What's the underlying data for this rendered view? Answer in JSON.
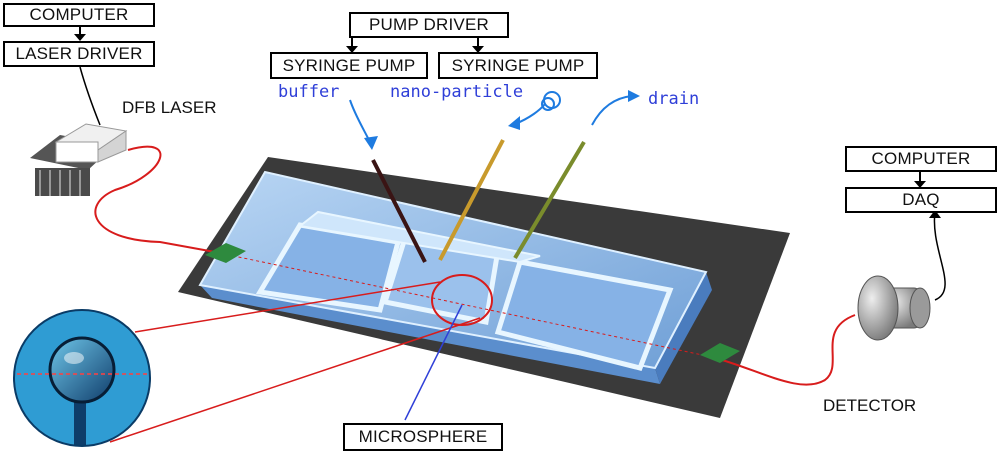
{
  "colors": {
    "blue_label": "#2f3fd8",
    "fiber_red": "#d81c1c",
    "glass_blue": "#8fb8e8",
    "substrate": "#3a3a3a"
  },
  "left_stack": {
    "computer": "COMPUTER",
    "laser_driver": "LASER DRIVER"
  },
  "laser_label": "DFB LASER",
  "pump": {
    "driver": "PUMP DRIVER",
    "syringe_left": "SYRINGE PUMP",
    "syringe_right": "SYRINGE PUMP"
  },
  "fluid_labels": {
    "buffer": "buffer",
    "nanoparticle": "nano-particle",
    "drain": "drain"
  },
  "right_stack": {
    "computer": "COMPUTER",
    "daq": "DAQ"
  },
  "detector_label": "DETECTOR",
  "microsphere_label": "MICROSPHERE"
}
